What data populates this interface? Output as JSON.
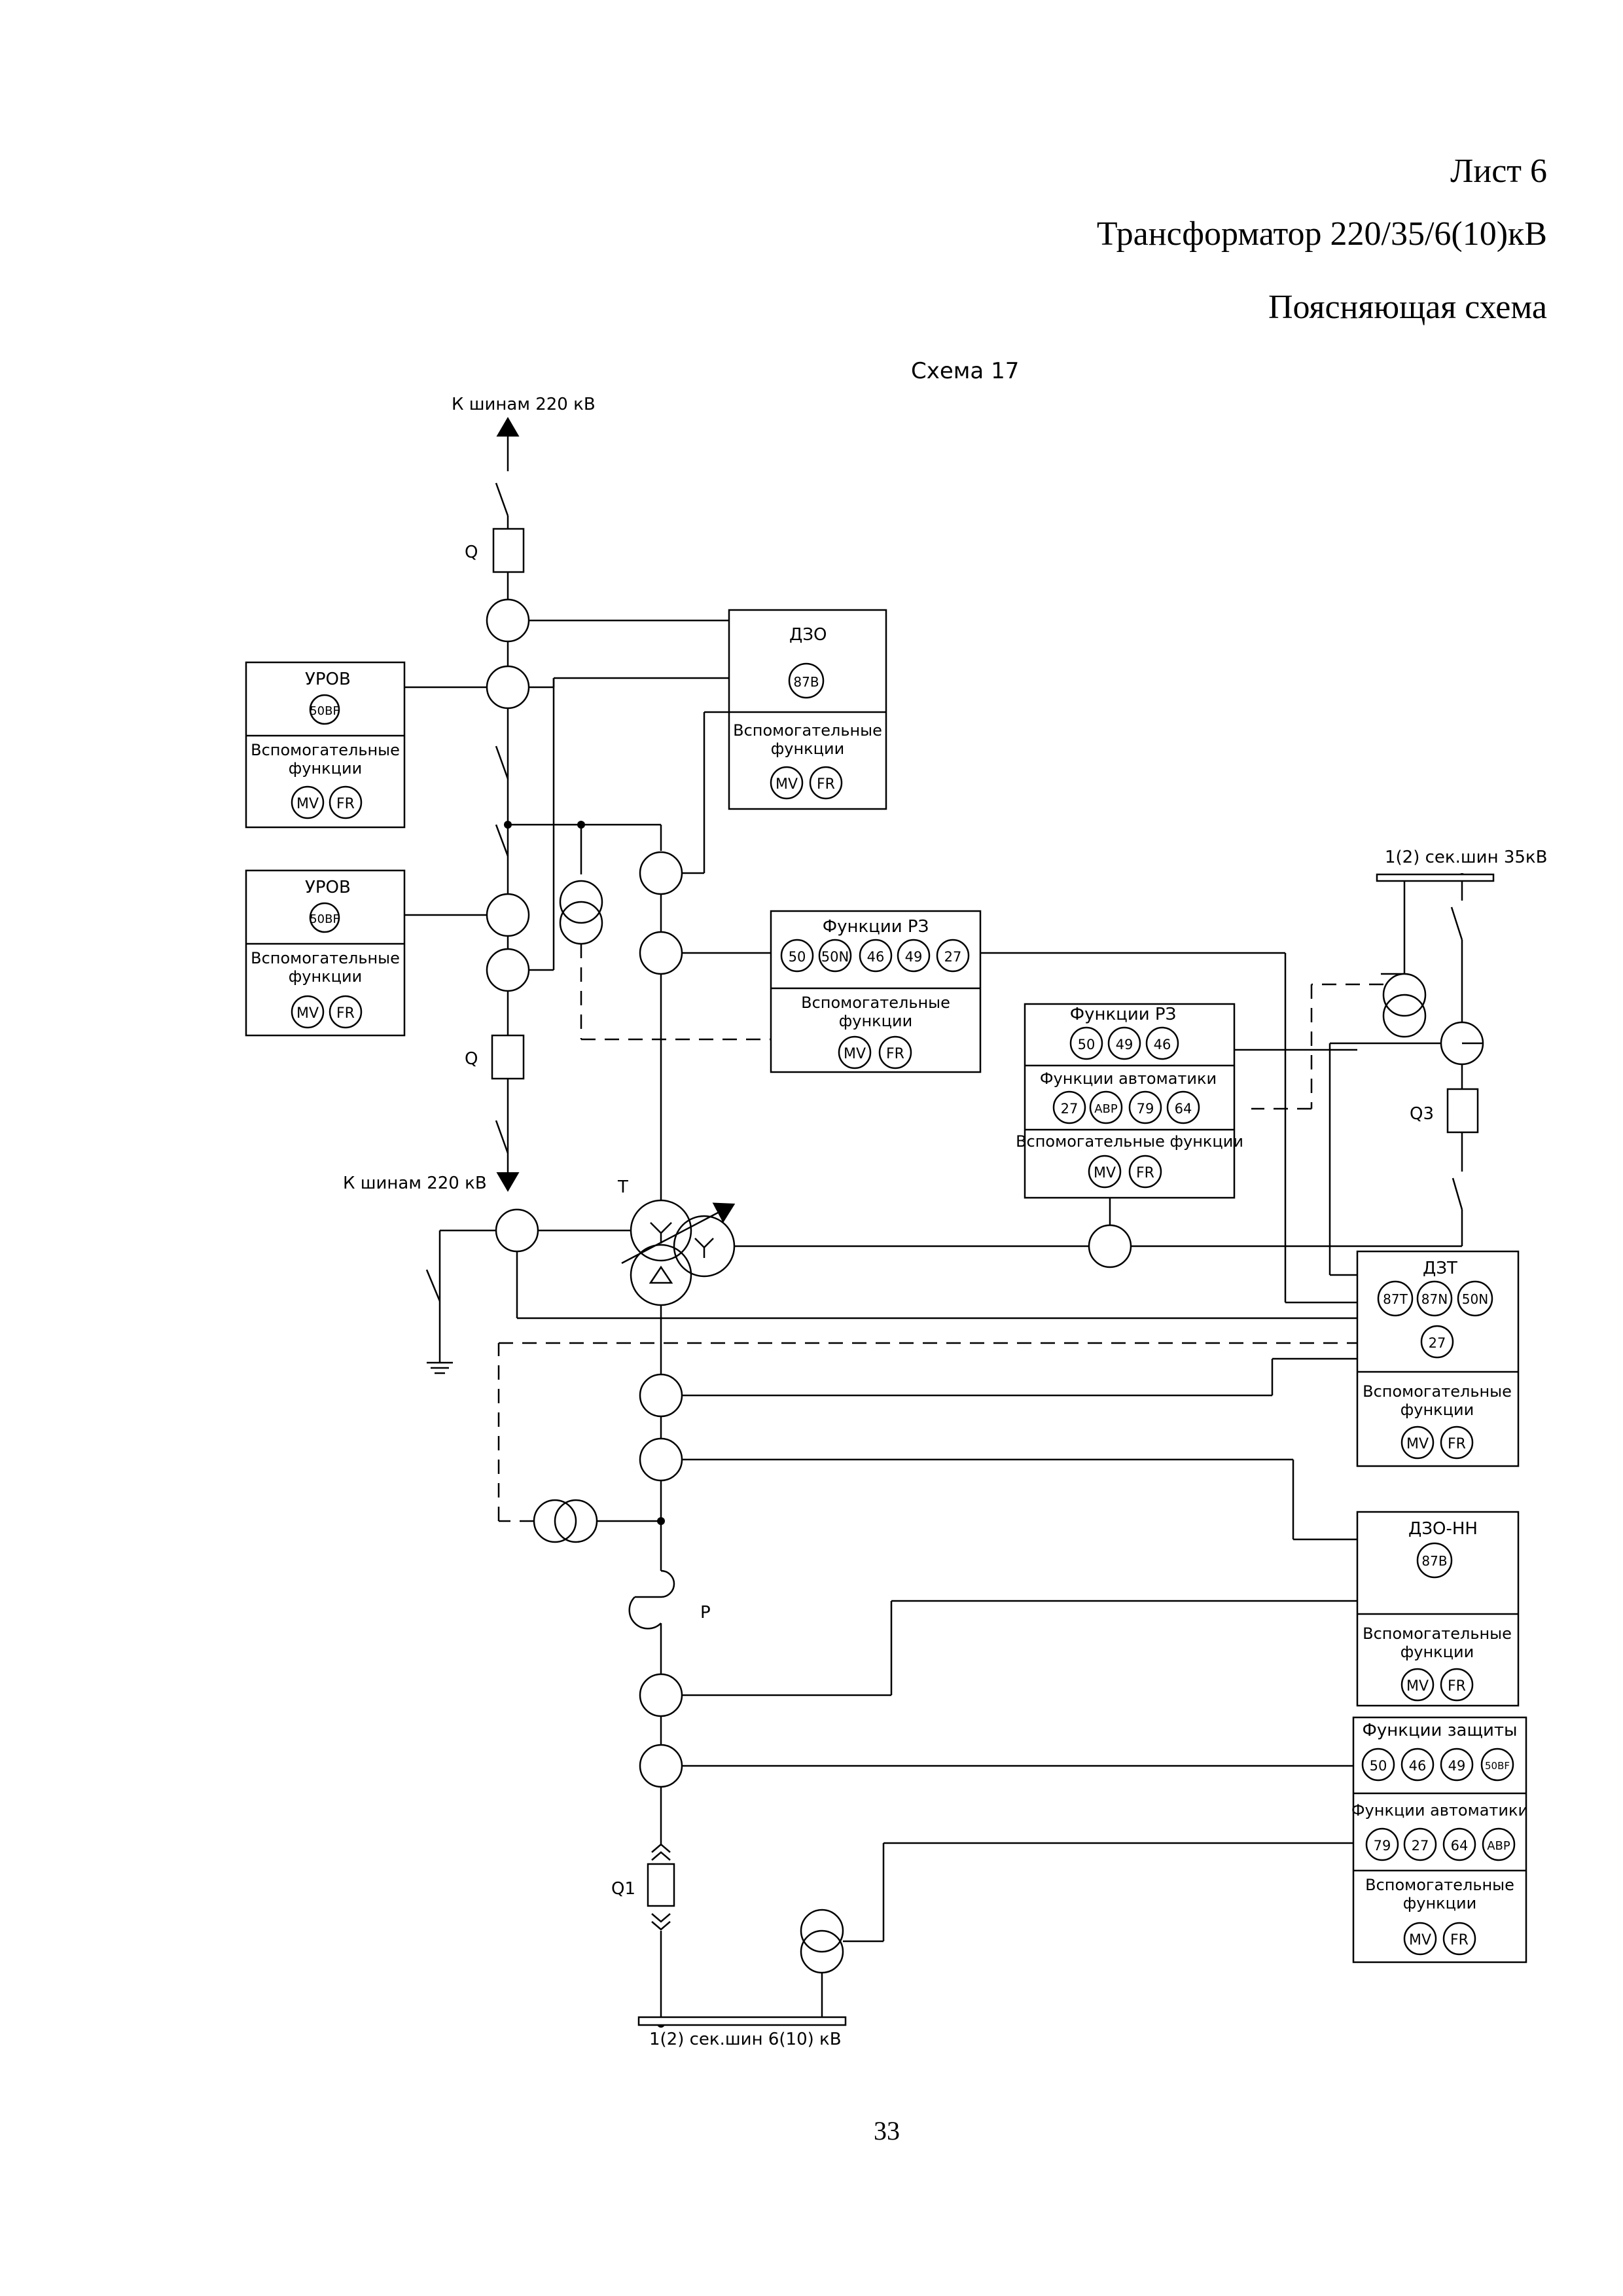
{
  "header": {
    "sheet": "Лист 6",
    "title": "Трансформатор 220/35/6(10)кВ",
    "subtitle": "Поясняющая схема"
  },
  "scheme": {
    "name": "Схема 17",
    "top_feed": "К шинам 220 кВ",
    "left_feed": "К шинам 220 кВ",
    "bus35": "1(2) сек.шин 35кВ",
    "bus6": "1(2) сек.шин 6(10) кВ",
    "labels": {
      "q_top": "Q",
      "q_mid": "Q",
      "t": "T",
      "q3": "Q3",
      "p": "P",
      "q1": "Q1"
    }
  },
  "boxes": {
    "urov1": {
      "title": "УРОВ",
      "codes": [
        "50BF"
      ],
      "aux_line1": "Вспомогательные",
      "aux_line2": "функции",
      "aux": [
        "MV",
        "FR"
      ]
    },
    "urov2": {
      "title": "УРОВ",
      "codes": [
        "50BF"
      ],
      "aux_line1": "Вспомогательные",
      "aux_line2": "функции",
      "aux": [
        "MV",
        "FR"
      ]
    },
    "dzo": {
      "title": "ДЗО",
      "codes": [
        "87B"
      ],
      "aux_line1": "Вспомогательные",
      "aux_line2": "функции",
      "aux": [
        "MV",
        "FR"
      ]
    },
    "rz1": {
      "title": "Функции РЗ",
      "codes": [
        "50",
        "50N",
        "46",
        "49",
        "27"
      ],
      "aux_line1": "Вспомогательные",
      "aux_line2": "функции",
      "aux": [
        "MV",
        "FR"
      ]
    },
    "rz35": {
      "title": "Функции РЗ",
      "codes": [
        "50",
        "49",
        "46"
      ],
      "auto_title": "Функции автоматики",
      "auto": [
        "27",
        "АВР",
        "79",
        "64"
      ],
      "aux_title": "Вспомогательные функции",
      "aux": [
        "MV",
        "FR"
      ]
    },
    "dzt": {
      "title": "ДЗТ",
      "codes": [
        "87T",
        "87N",
        "50N"
      ],
      "codes2": [
        "27"
      ],
      "aux_line1": "Вспомогательные",
      "aux_line2": "функции",
      "aux": [
        "MV",
        "FR"
      ]
    },
    "dzo_nn": {
      "title": "ДЗО-НН",
      "codes": [
        "87B"
      ],
      "aux_line1": "Вспомогательные",
      "aux_line2": "функции",
      "aux": [
        "MV",
        "FR"
      ]
    },
    "lv": {
      "title": "Функции защиты",
      "codes": [
        "50",
        "46",
        "49",
        "50BF"
      ],
      "auto_title": "Функции автоматики",
      "auto": [
        "79",
        "27",
        "64",
        "АВР"
      ],
      "aux_line1": "Вспомогательные",
      "aux_line2": "функции",
      "aux": [
        "MV",
        "FR"
      ]
    }
  },
  "footer": {
    "page": "33"
  }
}
